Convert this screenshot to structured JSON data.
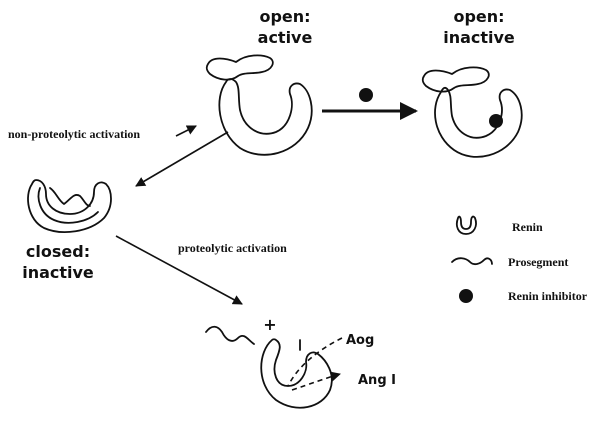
{
  "states": {
    "open_active": {
      "line1": "open:",
      "line2": "active"
    },
    "open_inactive": {
      "line1": "open:",
      "line2": "inactive"
    },
    "closed_inactive": {
      "line1": "closed:",
      "line2": "inactive"
    }
  },
  "transitions": {
    "non_proteolytic": "non-proteolytic activation",
    "proteolytic": "proteolytic activation",
    "plus_sign": "+"
  },
  "products": {
    "aog": "Aog",
    "ang1": "Ang I"
  },
  "legend": {
    "renin": "Renin",
    "prosegment": "Prosegment",
    "inhibitor": "Renin inhibitor"
  }
}
